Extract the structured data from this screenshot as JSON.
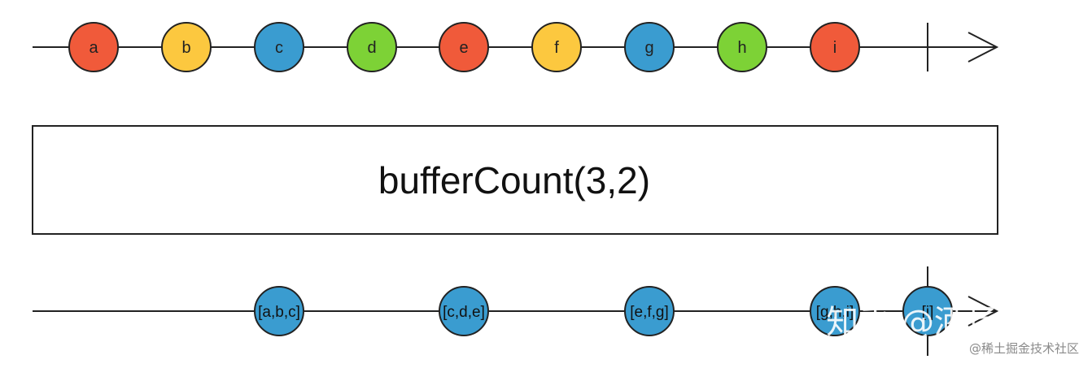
{
  "colors": {
    "red": "#f05a3a",
    "yellow": "#fcc83f",
    "blue": "#3a9cd0",
    "green": "#7dd236",
    "line": "#222222"
  },
  "input": {
    "marbles": [
      {
        "label": "a",
        "color": "red"
      },
      {
        "label": "b",
        "color": "yellow"
      },
      {
        "label": "c",
        "color": "blue"
      },
      {
        "label": "d",
        "color": "green"
      },
      {
        "label": "e",
        "color": "red"
      },
      {
        "label": "f",
        "color": "yellow"
      },
      {
        "label": "g",
        "color": "blue"
      },
      {
        "label": "h",
        "color": "green"
      },
      {
        "label": "i",
        "color": "red"
      }
    ]
  },
  "operator": {
    "label": "bufferCount(3,2)"
  },
  "output": {
    "marbles": [
      {
        "label": "[a,b,c]",
        "color": "blue"
      },
      {
        "label": "[c,d,e]",
        "color": "blue"
      },
      {
        "label": "[e,f,g]",
        "color": "blue"
      },
      {
        "label": "[g,h,i]",
        "color": "blue"
      },
      {
        "label": "[i]",
        "color": "blue"
      }
    ]
  },
  "watermark": {
    "main": "知乎 @酒场小生",
    "sub": "@稀土掘金技术社区"
  }
}
